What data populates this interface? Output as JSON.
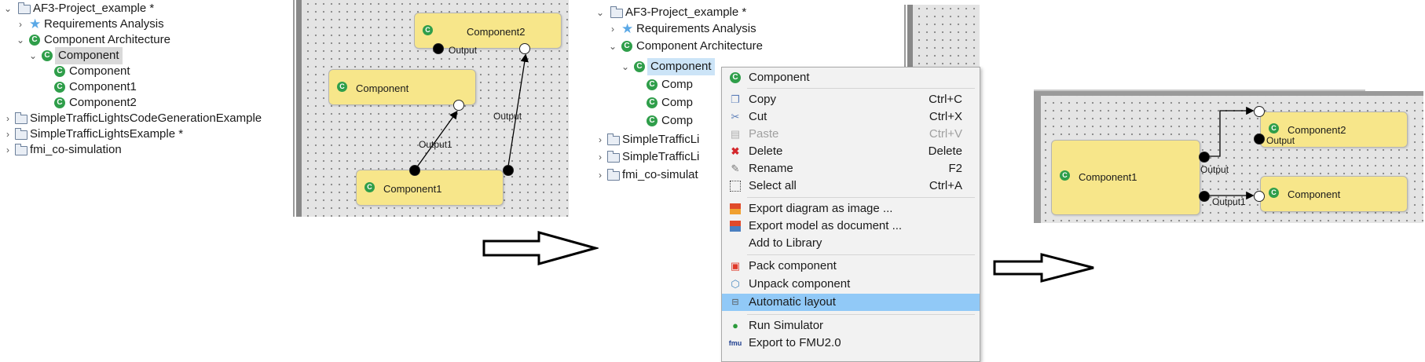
{
  "tree1": {
    "rows": [
      {
        "label": "AF3-Project_example *"
      },
      {
        "label": "Requirements Analysis"
      },
      {
        "label": "Component Architecture"
      },
      {
        "label": "Component"
      },
      {
        "label": "Component"
      },
      {
        "label": "Component1"
      },
      {
        "label": "Component2"
      },
      {
        "label": "SimpleTrafficLightsCodeGenerationExample"
      },
      {
        "label": "SimpleTrafficLightsExample *"
      },
      {
        "label": "fmi_co-simulation"
      }
    ]
  },
  "diagram1": {
    "components": [
      "Component2",
      "Component",
      "Component1"
    ],
    "port_labels": [
      "Output",
      "Output",
      "Output1"
    ]
  },
  "tree2": {
    "rows": [
      {
        "label": "AF3-Project_example *"
      },
      {
        "label": "Requirements Analysis"
      },
      {
        "label": "Component Architecture"
      },
      {
        "label": "Component"
      },
      {
        "label": "Comp"
      },
      {
        "label": "Comp"
      },
      {
        "label": "Comp"
      },
      {
        "label": "SimpleTrafficLi"
      },
      {
        "label": "SimpleTrafficLi"
      },
      {
        "label": "fmi_co-simulat"
      }
    ]
  },
  "context_menu": {
    "items": [
      {
        "label": "Component",
        "shortcut": "",
        "icon": "component-icon"
      },
      {
        "label": "Copy",
        "shortcut": "Ctrl+C",
        "icon": "copy-icon"
      },
      {
        "label": "Cut",
        "shortcut": "Ctrl+X",
        "icon": "cut-icon"
      },
      {
        "label": "Paste",
        "shortcut": "Ctrl+V",
        "icon": "paste-icon"
      },
      {
        "label": "Delete",
        "shortcut": "Delete",
        "icon": "delete-icon"
      },
      {
        "label": "Rename",
        "shortcut": "F2",
        "icon": "rename-icon"
      },
      {
        "label": "Select all",
        "shortcut": "Ctrl+A",
        "icon": "select-all-icon"
      },
      {
        "label": "Export diagram as image ...",
        "shortcut": "",
        "icon": "export-image-icon"
      },
      {
        "label": "Export model as document ...",
        "shortcut": "",
        "icon": "export-document-icon"
      },
      {
        "label": "Add to Library",
        "shortcut": "",
        "icon": ""
      },
      {
        "label": "Pack component",
        "shortcut": "",
        "icon": "pack-icon"
      },
      {
        "label": "Unpack component",
        "shortcut": "",
        "icon": "unpack-icon"
      },
      {
        "label": "Automatic layout",
        "shortcut": "",
        "icon": "layout-icon"
      },
      {
        "label": "Run Simulator",
        "shortcut": "",
        "icon": "run-icon"
      },
      {
        "label": "Export to FMU2.0",
        "shortcut": "",
        "icon": "fmu-icon"
      }
    ],
    "disabled_items": [
      "Paste"
    ],
    "highlighted_item": "Automatic layout",
    "fmu_badge": "fmu"
  },
  "diagram2": {
    "components": [
      "Component1",
      "Component2",
      "Component"
    ],
    "port_labels": [
      "Output",
      "Output",
      "Output1"
    ]
  },
  "colors": {
    "component_fill": "#f7e68a",
    "component_icon": "#2f9e4a",
    "menu_highlight": "#91c9f7",
    "canvas": "#e4e4e4"
  }
}
